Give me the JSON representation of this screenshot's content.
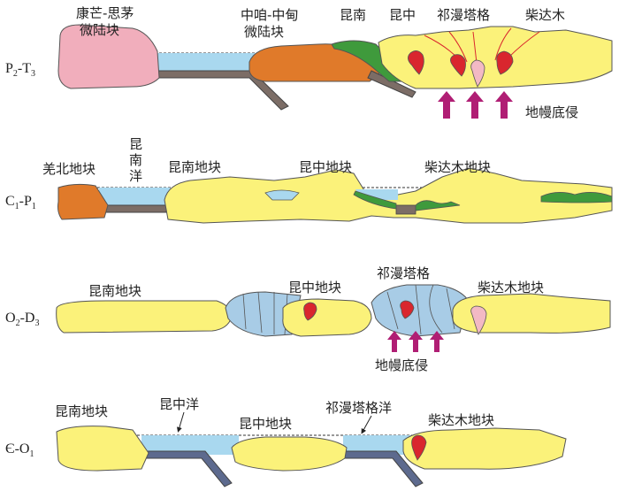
{
  "stages": {
    "p2t3": {
      "label_main": "P",
      "sub1": "2",
      "dash": "-T",
      "sub2": "3",
      "labels": {
        "kangmang_l1": "康芒-思茅",
        "kangmang_l2": "微陆块",
        "zhongza_l1": "中咱-中甸",
        "zhongza_l2": "微陆块",
        "kunnan": "昆南",
        "kunzhong": "昆中",
        "qiman": "祁漫塔格",
        "chaidamu": "柴达木",
        "mantle": "地幔底侵"
      }
    },
    "c1p1": {
      "label_main": "C",
      "sub1": "1",
      "dash": "-P",
      "sub2": "1",
      "labels": {
        "qiangbei": "羌北地块",
        "kunnanyang_1": "昆",
        "kunnanyang_2": "南",
        "kunnanyang_3": "洋",
        "kunnan_block": "昆南地块",
        "kunzhong_block": "昆中地块",
        "chaidamu_block": "柴达木地块"
      }
    },
    "o2d3": {
      "label_main": "O",
      "sub1": "2",
      "dash": "-D",
      "sub2": "3",
      "labels": {
        "kunnan_block": "昆南地块",
        "kunzhong_block": "昆中地块",
        "qiman": "祁漫塔格",
        "chaidamu_block": "柴达木地块",
        "mantle": "地幔底侵"
      }
    },
    "eo1": {
      "label_main": "Є-O",
      "sub1": "1",
      "labels": {
        "kunnan_block": "昆南地块",
        "kunzhongyang": "昆中洋",
        "kunzhong_block": "昆中地块",
        "qimanyang": "祁漫塔格洋",
        "chaidamu_block": "柴达木地块"
      }
    }
  },
  "colors": {
    "continent": "#fbf27a",
    "outline": "#555555",
    "ocean": "#a9d8ef",
    "slab": "#7c6d66",
    "slab_blue": "#5d6a8e",
    "pink_block": "#f1aebc",
    "orange_block": "#e07a2a",
    "green_sediment": "#3f9a3c",
    "accretion": "#a8cce6",
    "granite_red": "#d9262e",
    "granite_pink": "#f3b9c4",
    "arrow": "#b01e74"
  }
}
